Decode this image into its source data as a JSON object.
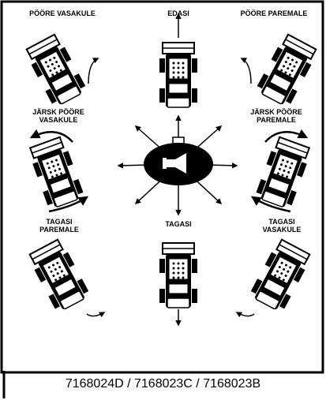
{
  "labels": {
    "turn_left": "PÖÖRE VASAKULE",
    "forward": "EDASI",
    "turn_right": "PÖÖRE PAREMALE",
    "sharp_left_1": "JÄRSK PÖÖRE",
    "sharp_left_2": "VASAKULE",
    "sharp_right_1": "JÄRSK PÖÖRE",
    "sharp_right_2": "PAREMALE",
    "back_right_1": "TAGASI",
    "back_right_2": "PAREMALE",
    "back": "TAGASI",
    "back_left_1": "TAGASI",
    "back_left_2": "VASAKULE"
  },
  "model_codes": "7168024D / 7168023C / 7168023B",
  "icons": [
    "vehicle-icon",
    "horn-icon",
    "direction-arrow-icon"
  ],
  "colors": {
    "ink": "#000000",
    "paper": "#ffffff"
  }
}
